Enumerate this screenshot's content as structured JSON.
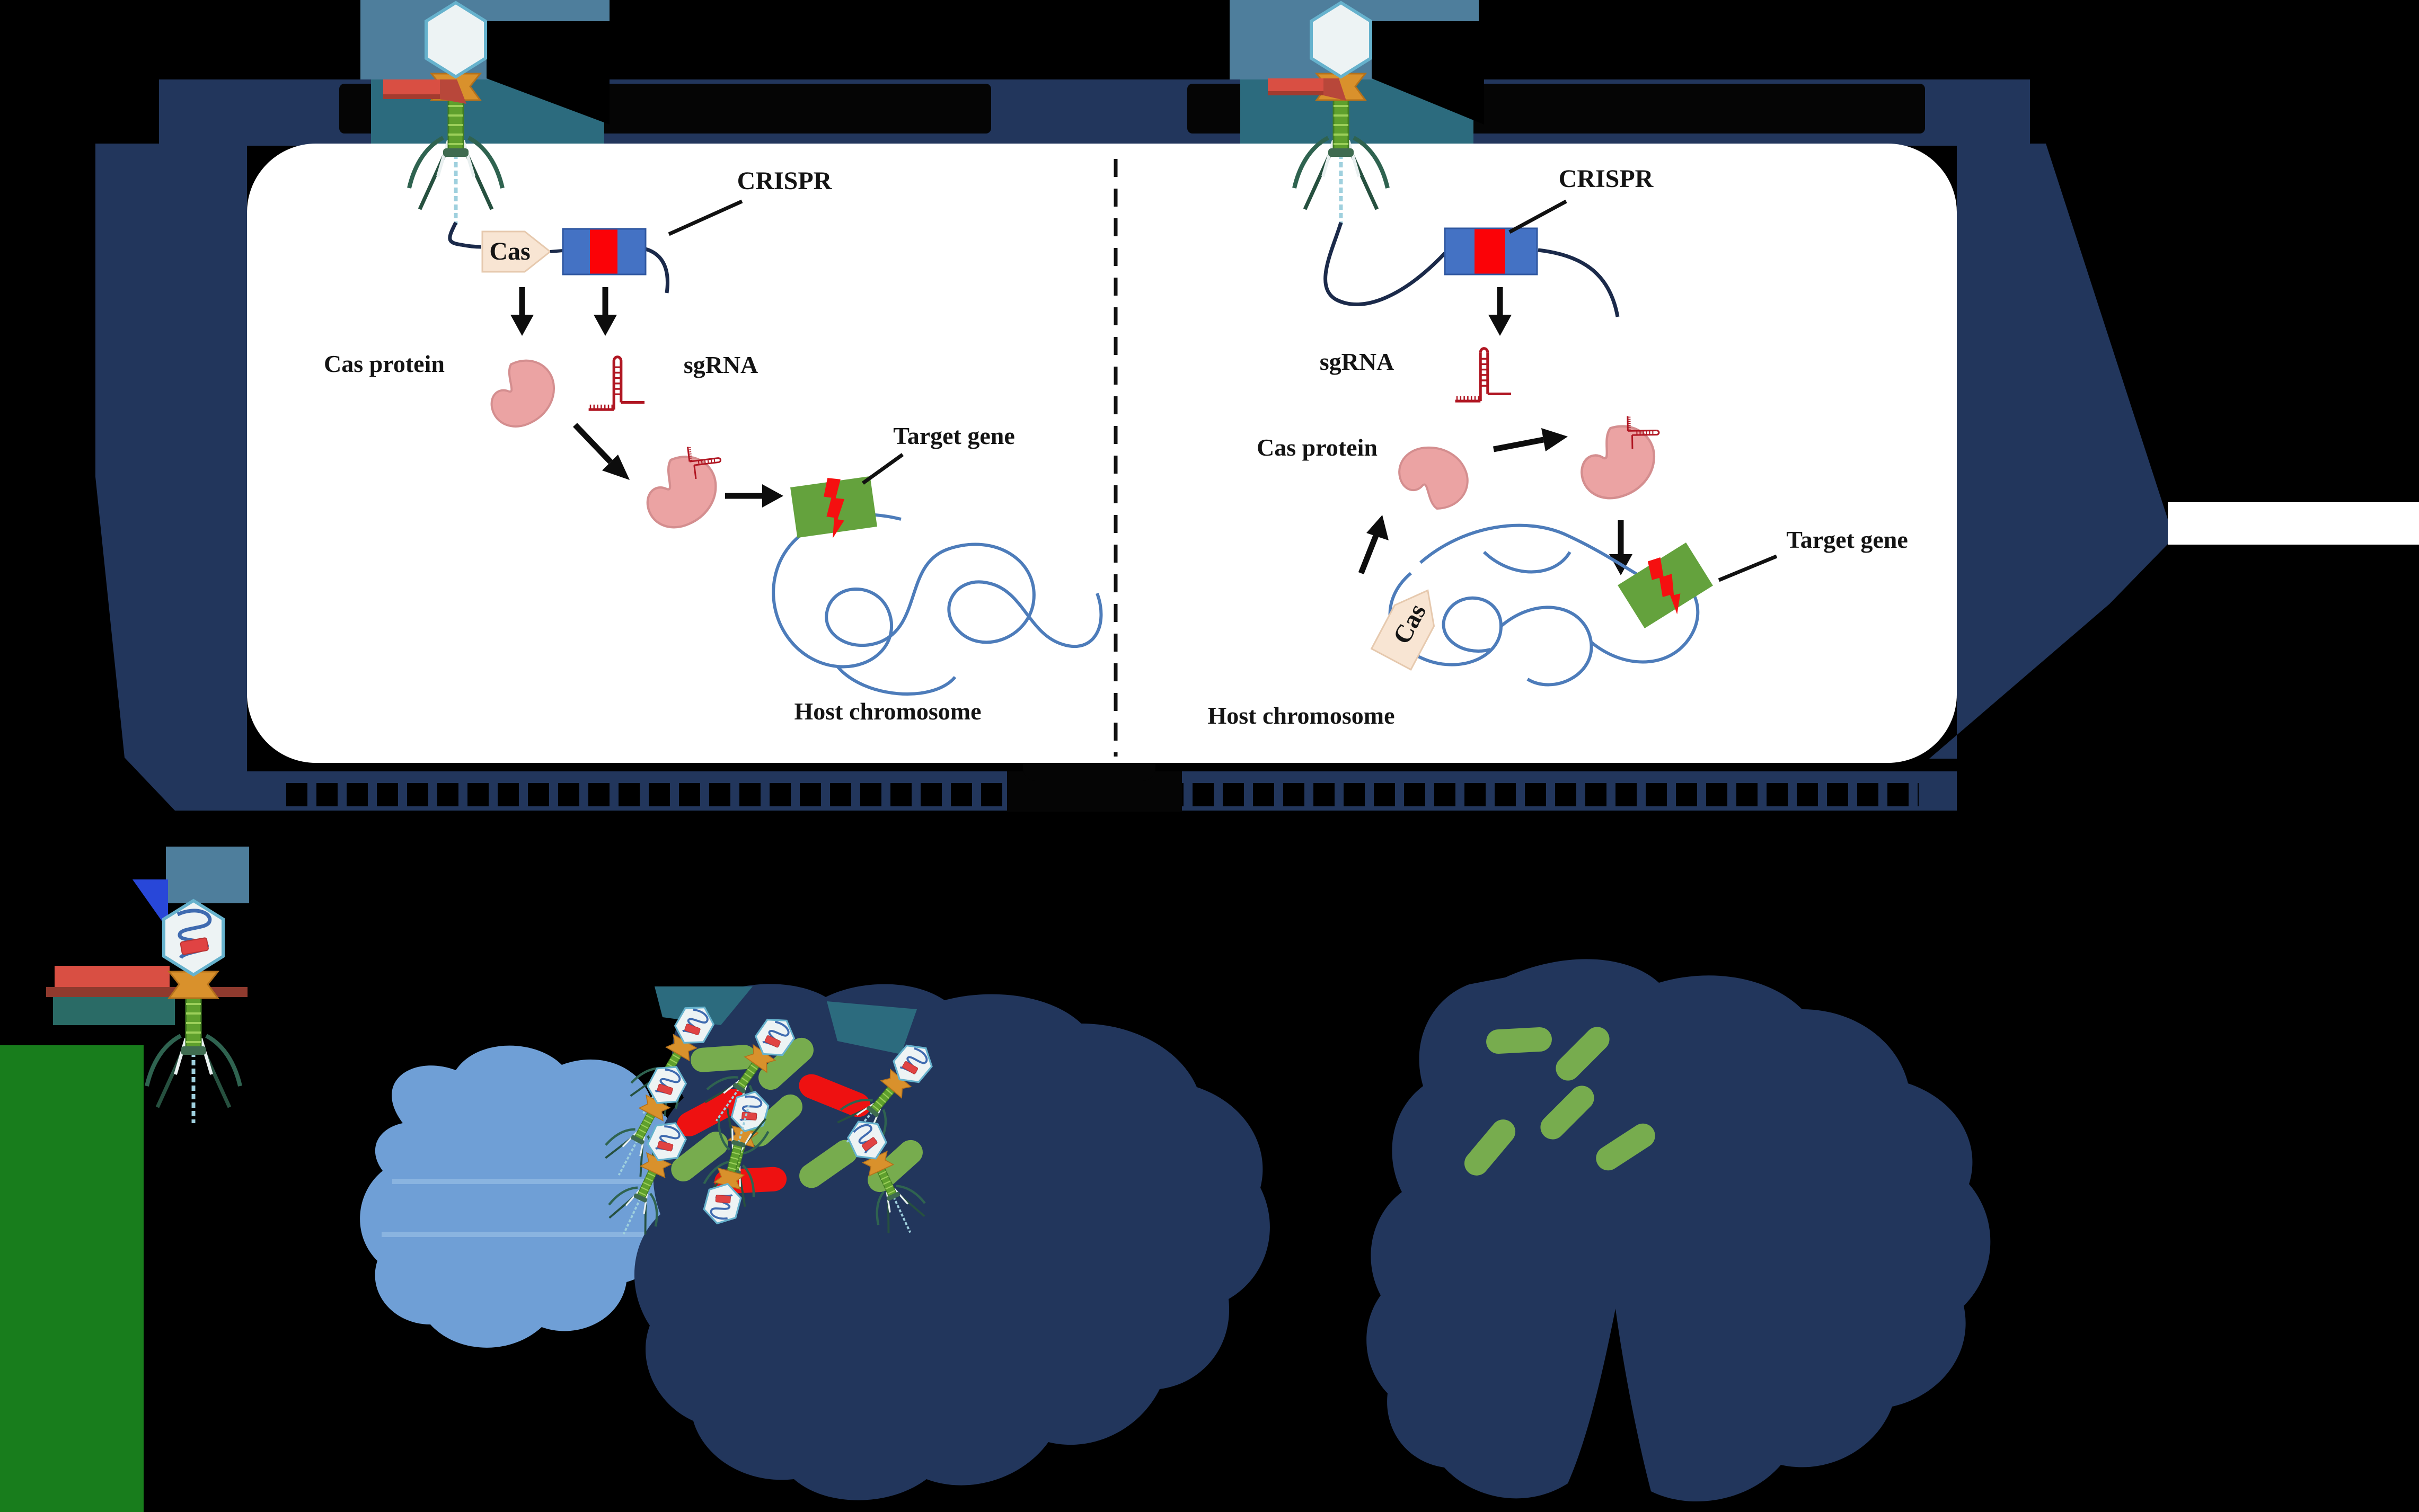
{
  "figure": {
    "type": "crispr-phage-diagram",
    "panel_left": {
      "crispr_label": "CRISPR",
      "cas_gene_label": "Cas",
      "cas_protein_label": "Cas protein",
      "sgrna_label": "sgRNA",
      "target_gene_label": "Target gene",
      "host_chromosome_label": "Host chromosome"
    },
    "panel_right": {
      "crispr_label": "CRISPR",
      "cas_gene_label": "Cas",
      "cas_protein_label": "Cas protein",
      "sgrna_label": "sgRNA",
      "target_gene_label": "Target gene",
      "host_chromosome_label": "Host chromosome"
    },
    "colors": {
      "background": "#000000",
      "navy_band": "#22365c",
      "panel_white": "#ffffff",
      "crispr_blue": "#4472c4",
      "crispr_red": "#fb0207",
      "cas_tag_fill": "#f8e5d3",
      "protein_pink": "#eba3a3",
      "sgrna_red": "#b01622",
      "chromosome_blue": "#4d7cba",
      "target_green": "#64a23d",
      "bolt_red": "#f51010",
      "bacteria_green": "#77ac4e",
      "bacteria_red": "#ee1111",
      "cloud_blue": "#6f9fd6",
      "legend_green": "#187d1c",
      "phage_head": "#edf3f4",
      "phage_head_stroke": "#66b2cd",
      "phage_collar": "#d9912c",
      "phage_tail": "#5fa02d",
      "phage_marker_red": "#d94f43"
    }
  }
}
